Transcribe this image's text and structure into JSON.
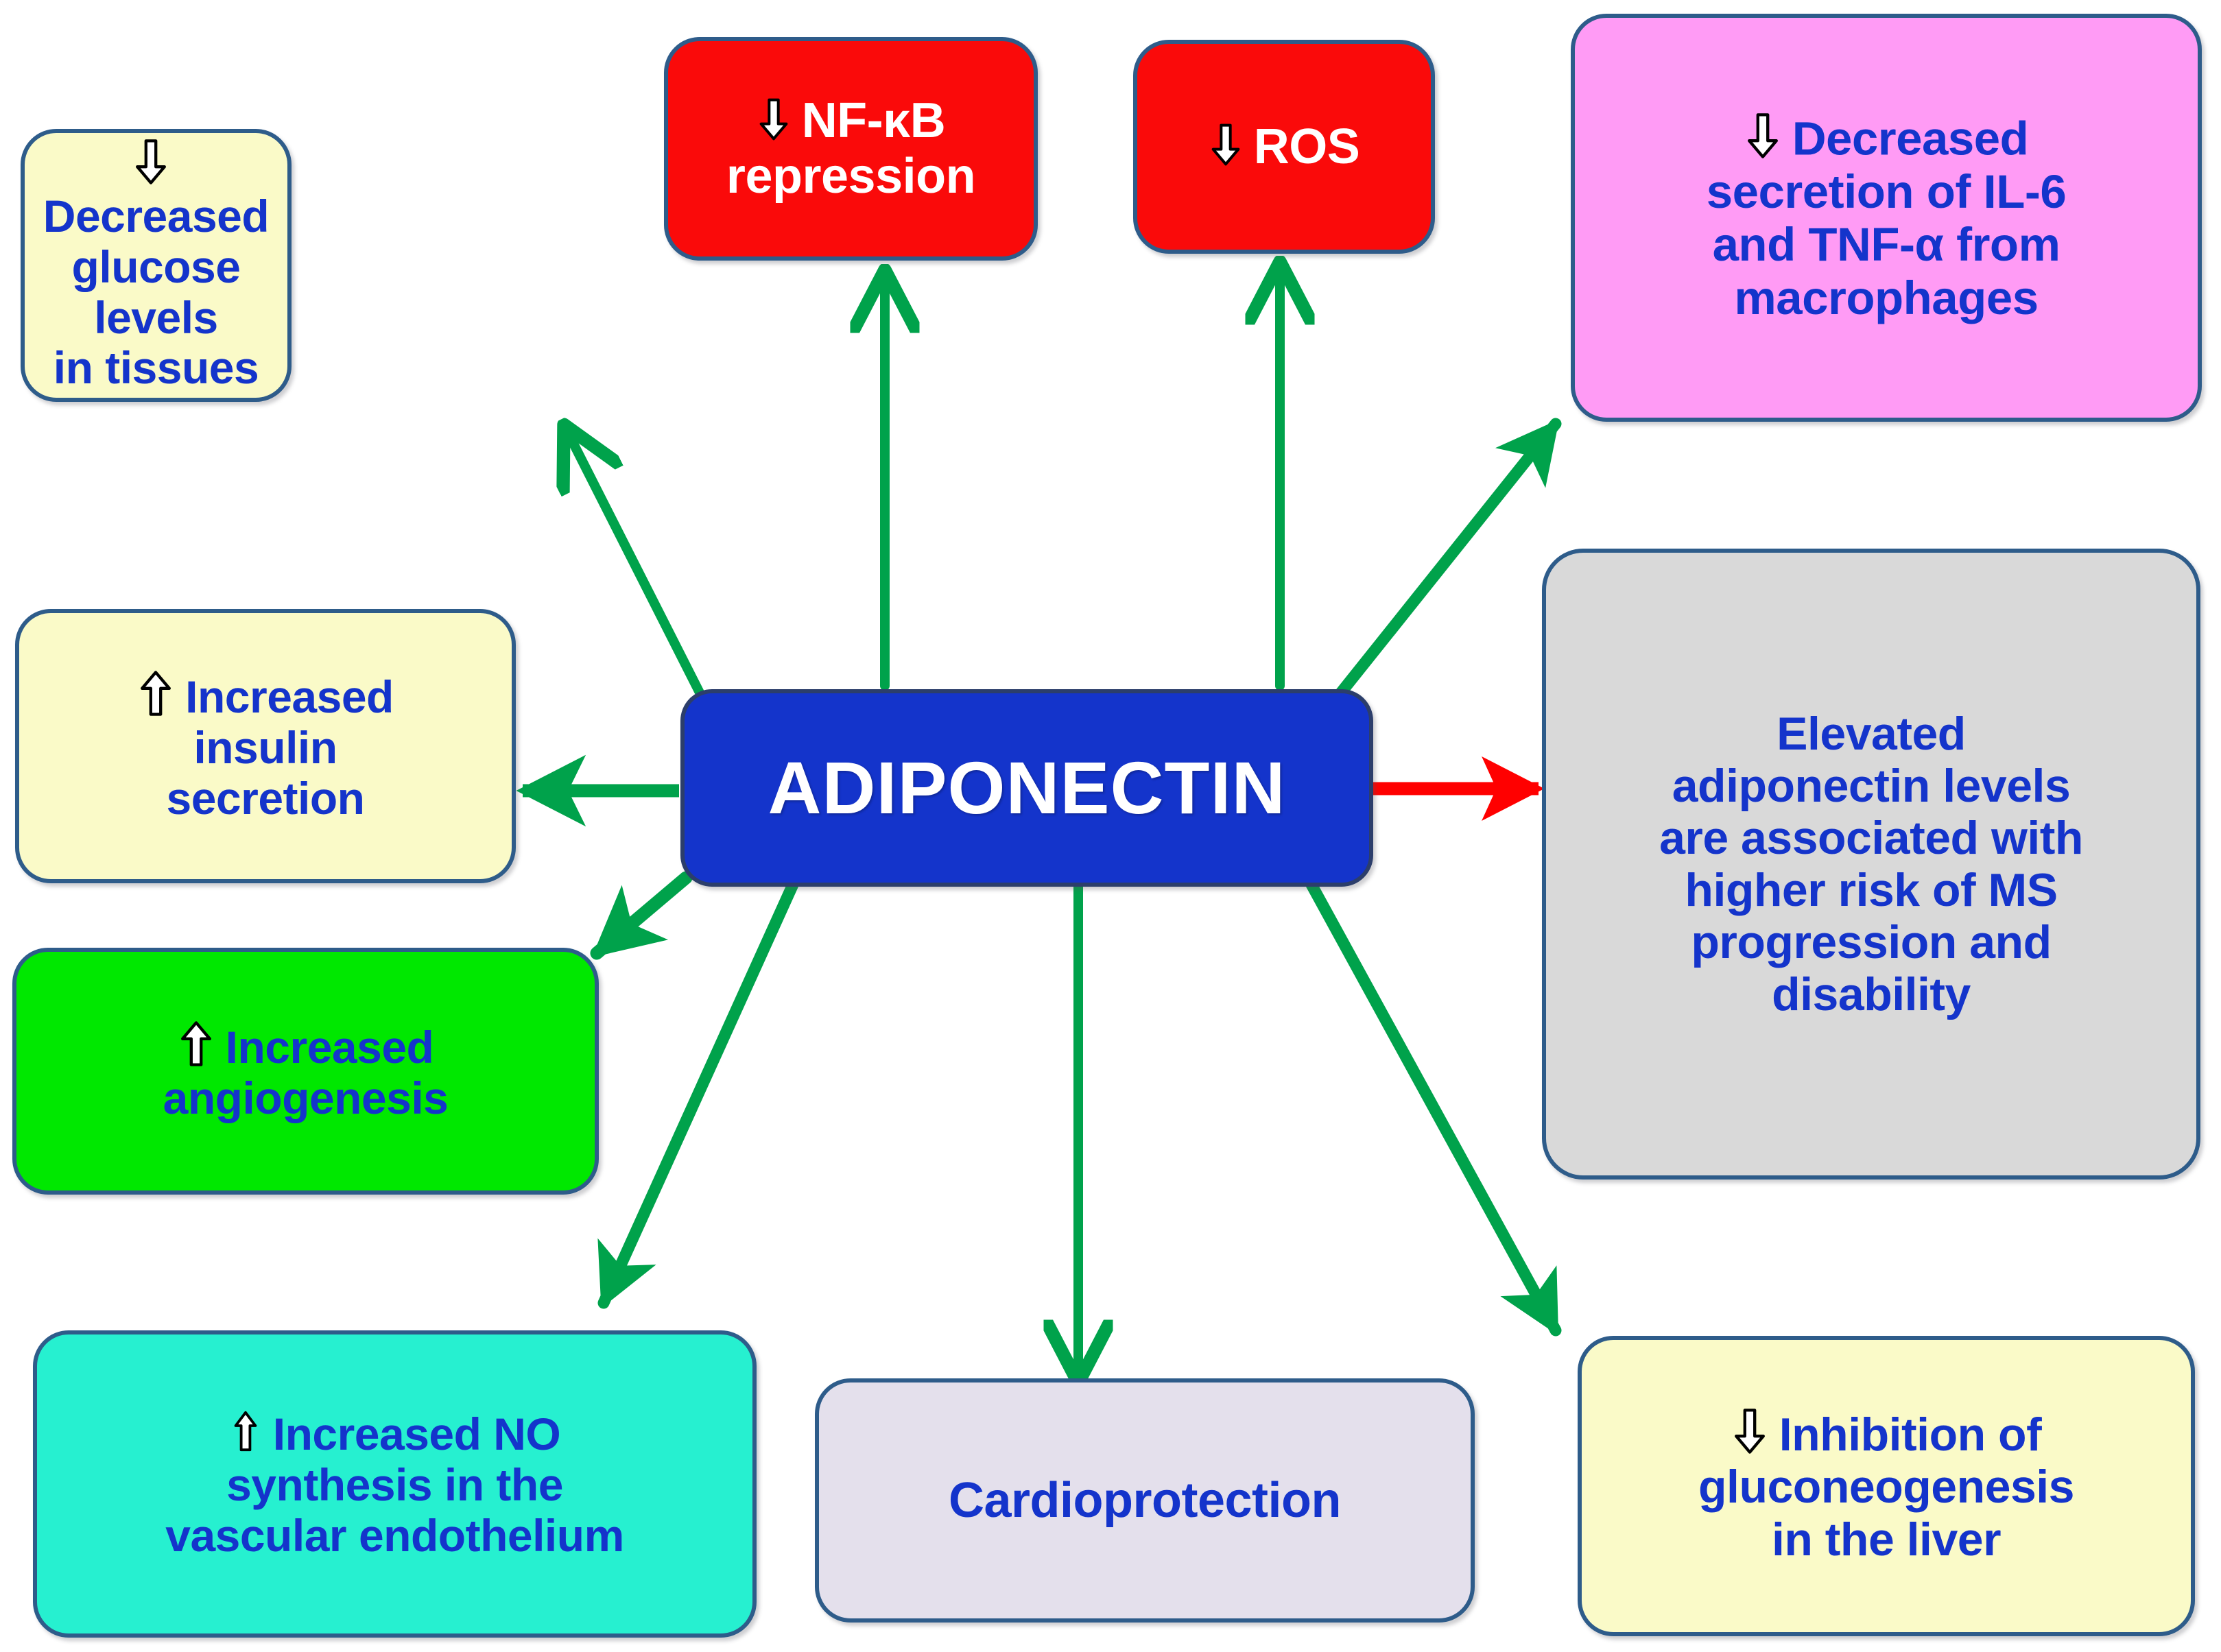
{
  "diagram": {
    "title_node": {
      "label": "ADIPONECTIN",
      "fill": "#1434CB",
      "text_color": "#FFFFFF"
    },
    "colors": {
      "green_arrow": "#00A24B",
      "red_arrow": "#FF0000",
      "box_border": "#2e5c8a",
      "text_blue": "#1434CB",
      "pale_yellow": "#FAFAC8",
      "red_fill": "#FA0A0A",
      "pink_fill": "#FF9BF5",
      "gray_fill": "#D9D9D9",
      "bright_green": "#00E800",
      "cyan_fill": "#26F0D0",
      "lavender_fill": "#E4E0EC",
      "background": "#FFFFFF"
    },
    "nodes": [
      {
        "id": "decreased-glucose",
        "icon": "down-arrow-icon",
        "lines": [
          "Decreased",
          "glucose levels",
          "in tissues"
        ],
        "fill": "#FAFAC8",
        "text_color": "#1434CB"
      },
      {
        "id": "nfkb-repression",
        "icon": "down-arrow-icon",
        "lines": [
          "NF-κB",
          "repression"
        ],
        "fill": "#FA0A0A",
        "text_color": "#FFFFFF"
      },
      {
        "id": "ros",
        "icon": "down-arrow-icon",
        "lines": [
          "ROS"
        ],
        "fill": "#FA0A0A",
        "text_color": "#FFFFFF"
      },
      {
        "id": "decreased-il6-tnf",
        "icon": "down-arrow-icon",
        "lines": [
          "Decreased",
          "secretion of IL-6",
          "and TNF-α from",
          "macrophages"
        ],
        "fill": "#FF9BF5",
        "text_color": "#1434CB"
      },
      {
        "id": "ms-progression",
        "icon": "none",
        "lines": [
          "Elevated",
          "adiponectin levels",
          "are associated with",
          "higher risk of MS",
          "progression and",
          "disability"
        ],
        "fill": "#D9D9D9",
        "text_color": "#1434CB"
      },
      {
        "id": "increased-insulin",
        "icon": "up-arrow-icon",
        "lines": [
          "Increased",
          "insulin",
          "secretion"
        ],
        "fill": "#FAFAC8",
        "text_color": "#1434CB"
      },
      {
        "id": "increased-angiogenesis",
        "icon": "up-arrow-icon",
        "lines": [
          "Increased",
          "angiogenesis"
        ],
        "fill": "#00E800",
        "text_color": "#1434CB"
      },
      {
        "id": "increased-no-synthesis",
        "icon": "up-arrow-icon",
        "lines": [
          "Increased NO",
          "synthesis in the",
          "vascular endothelium"
        ],
        "fill": "#26F0D0",
        "text_color": "#1434CB"
      },
      {
        "id": "cardioprotection",
        "icon": "none",
        "lines": [
          "Cardioprotection"
        ],
        "fill": "#E4E0EC",
        "text_color": "#1434CB"
      },
      {
        "id": "inhibition-gluconeogenesis",
        "icon": "down-arrow-icon",
        "lines": [
          "Inhibition of",
          "gluconeogenesis",
          "in the liver"
        ],
        "fill": "#FAFAC8",
        "text_color": "#1434CB"
      }
    ],
    "connections": [
      {
        "id": "center-to-decreased-glucose",
        "color": "#00A24B",
        "direction": "outgoing"
      },
      {
        "id": "center-to-nfkb-repression",
        "color": "#00A24B",
        "direction": "outgoing"
      },
      {
        "id": "center-to-ros",
        "color": "#00A24B",
        "direction": "outgoing"
      },
      {
        "id": "center-to-decreased-il6-tnf",
        "color": "#00A24B",
        "direction": "outgoing"
      },
      {
        "id": "center-to-ms-progression",
        "color": "#FF0000",
        "direction": "outgoing"
      },
      {
        "id": "center-to-increased-insulin",
        "color": "#00A24B",
        "direction": "outgoing"
      },
      {
        "id": "center-to-increased-angiogenesis",
        "color": "#00A24B",
        "direction": "outgoing"
      },
      {
        "id": "center-to-increased-no-synthesis",
        "color": "#00A24B",
        "direction": "outgoing"
      },
      {
        "id": "center-to-cardioprotection",
        "color": "#00A24B",
        "direction": "outgoing"
      },
      {
        "id": "center-to-inhibition-gluconeogenesis",
        "color": "#00A24B",
        "direction": "outgoing"
      }
    ]
  }
}
